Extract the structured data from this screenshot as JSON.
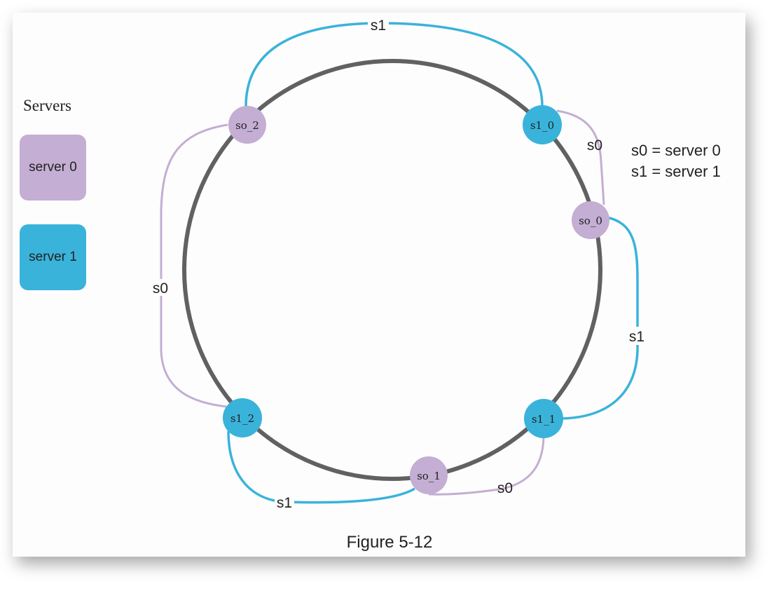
{
  "legend": {
    "title": "Servers",
    "items": [
      {
        "label": "server 0",
        "color": "#c4aed3"
      },
      {
        "label": "server 1",
        "color": "#3ab3da"
      }
    ]
  },
  "key": [
    "s0 = server 0",
    "s1 = server 1"
  ],
  "nodes": {
    "so_2": "so_2",
    "s1_0": "s1_0",
    "so_0": "so_0",
    "s1_1": "s1_1",
    "so_1": "so_1",
    "s1_2": "s1_2"
  },
  "edges": {
    "top": "s1",
    "right_upper": "s0",
    "right_lower": "s1",
    "bottom_right": "s0",
    "bottom_left": "s1",
    "left": "s0"
  },
  "caption": "Figure 5-12"
}
